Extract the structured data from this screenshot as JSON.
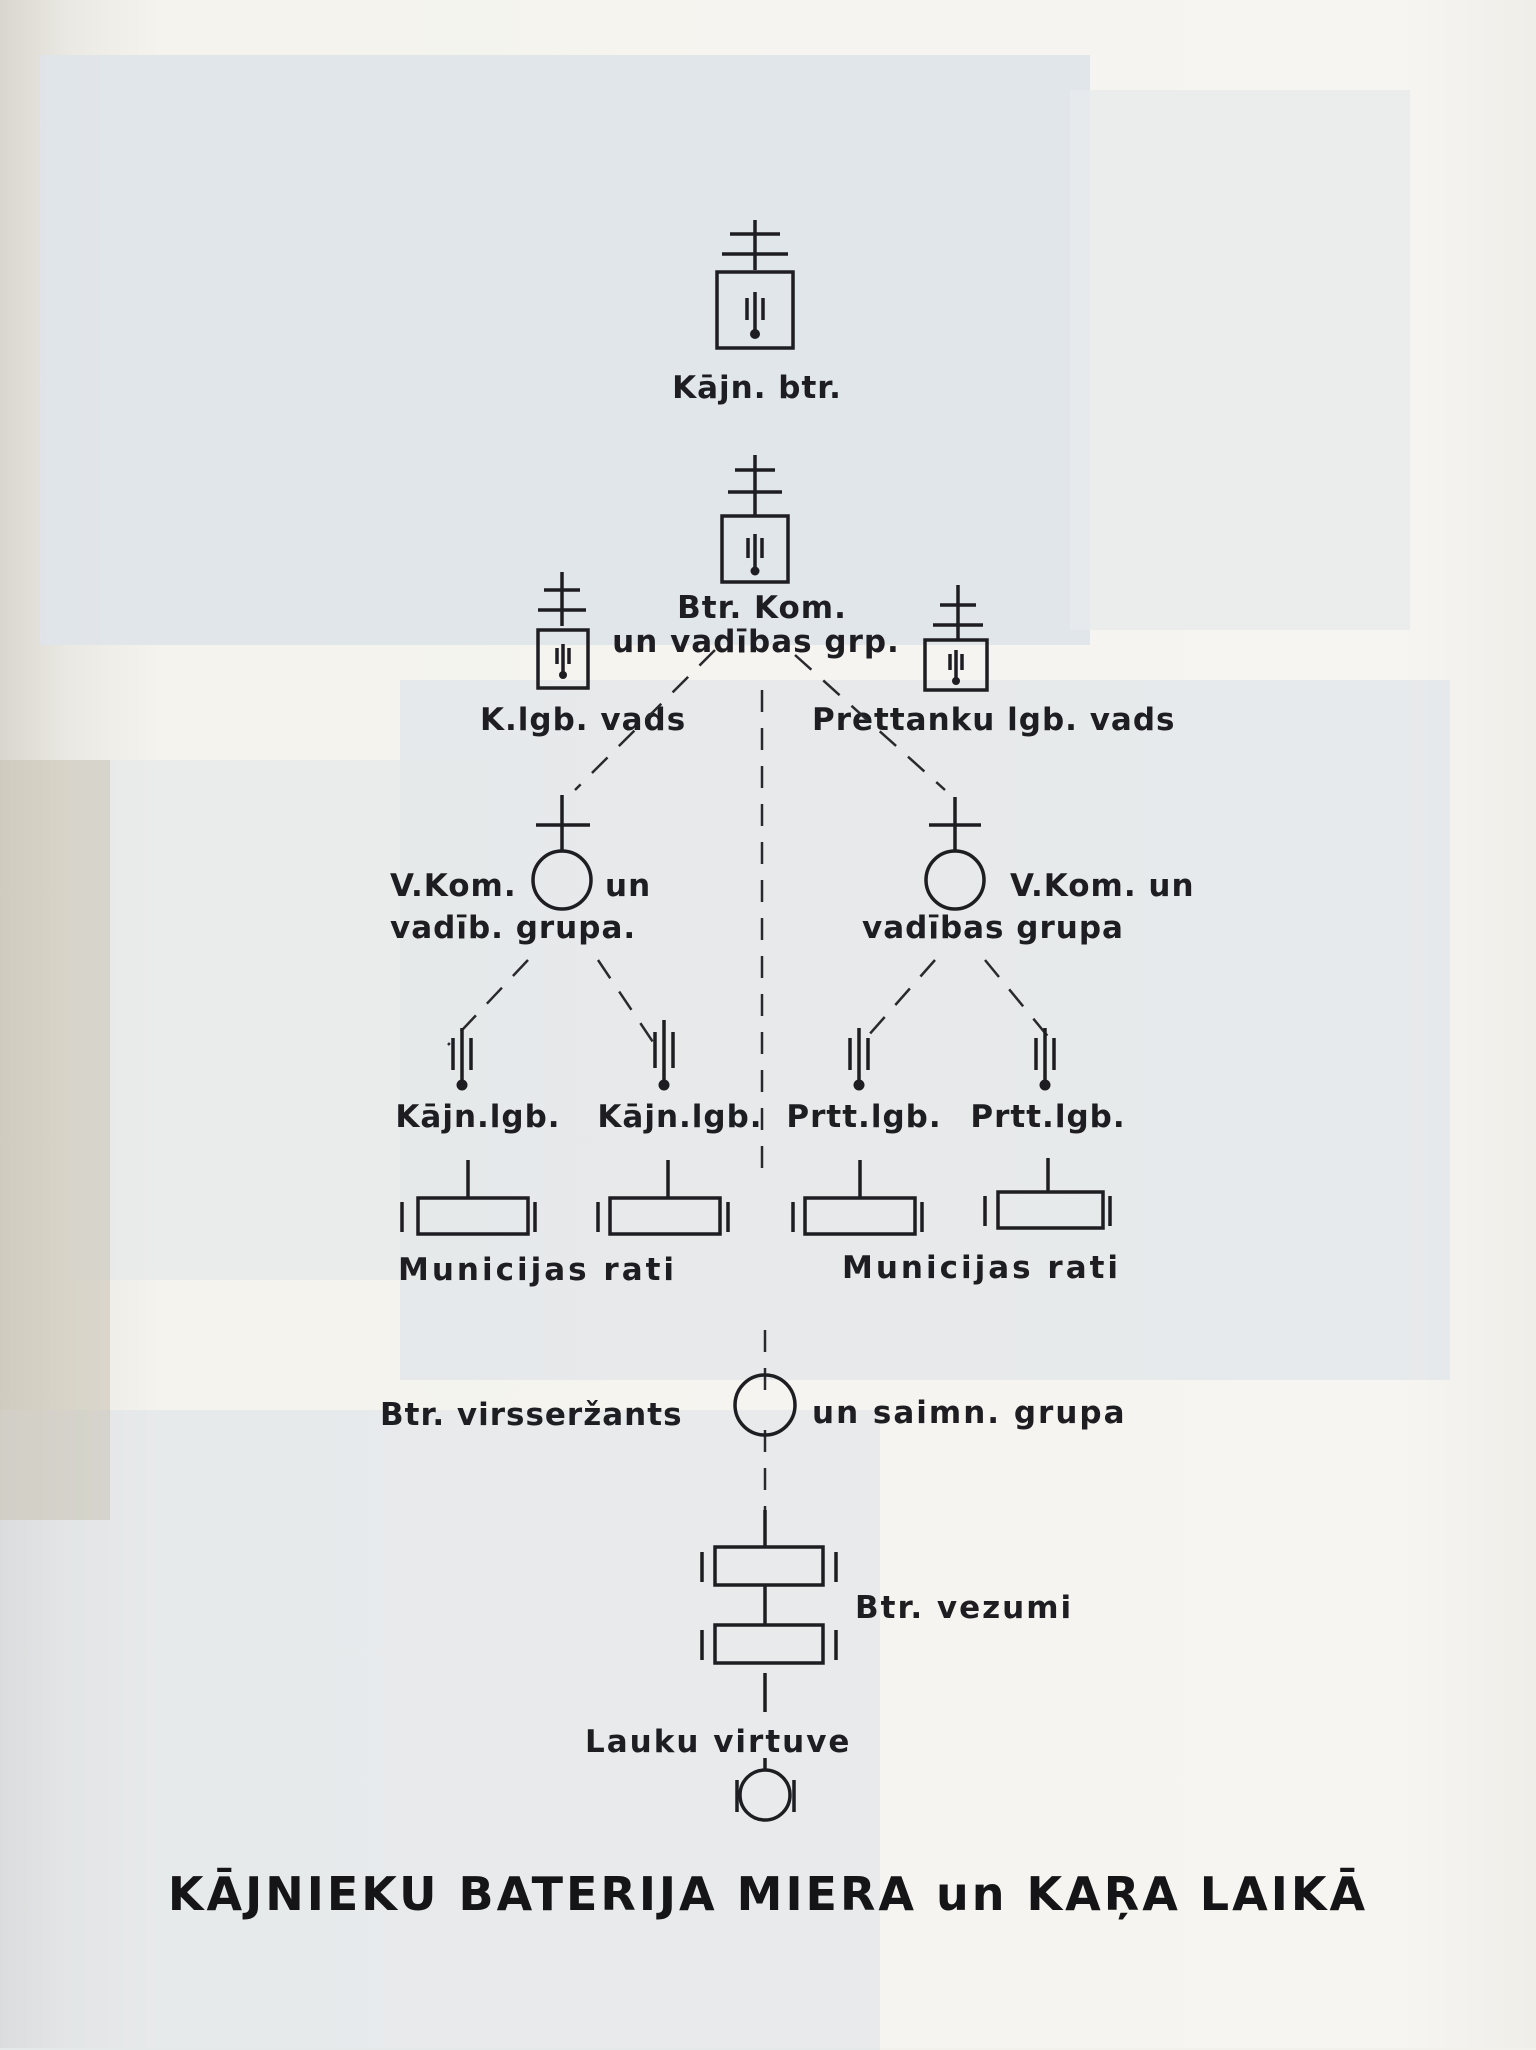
{
  "title": "KĀJNIEKU BATERIJA MIERA un KAŖA LAIKĀ",
  "labels": {
    "battery": "Kājn. btr.",
    "commander_line1": "Btr. Kom.",
    "commander_line2": "un vadības grp.",
    "left_platoon": "K.lgb. vads",
    "right_platoon": "Prettanku lgb. vads",
    "left_cmd_part1": "V.Kom.",
    "left_cmd_part2": "un",
    "left_cmd_line2": "vadīb. grupa.",
    "right_cmd_line1": "V.Kom. un",
    "right_cmd_line2": "vadības grupa",
    "gun_1": "Kājn.lgb.",
    "gun_2": "Kājn.lgb.",
    "gun_3": "Prtt.lgb.",
    "gun_4": "Prtt.lgb.",
    "ammo_left": "Municijas rati",
    "ammo_right": "Municijas rati",
    "sergeant_left": "Btr. virsseržants",
    "sergeant_right": "un saimn. grupa",
    "wagons": "Btr. vezumi",
    "kitchen": "Lauku virtuve"
  },
  "icons": {
    "battery": "gun-box-flag-icon",
    "commander": "gun-box-flag-icon",
    "platoon": "gun-box-flag-icon",
    "group_commander": "circle-flag-icon",
    "gun": "gun-icon",
    "ammo_cart": "cart-icon",
    "sergeant": "circle-icon",
    "wagon": "wagon-icon",
    "kitchen": "kitchen-icon"
  },
  "colors": {
    "ink": "#1e1e22",
    "paper": "#f4f3ee",
    "background_print": "#dfe4ea"
  }
}
